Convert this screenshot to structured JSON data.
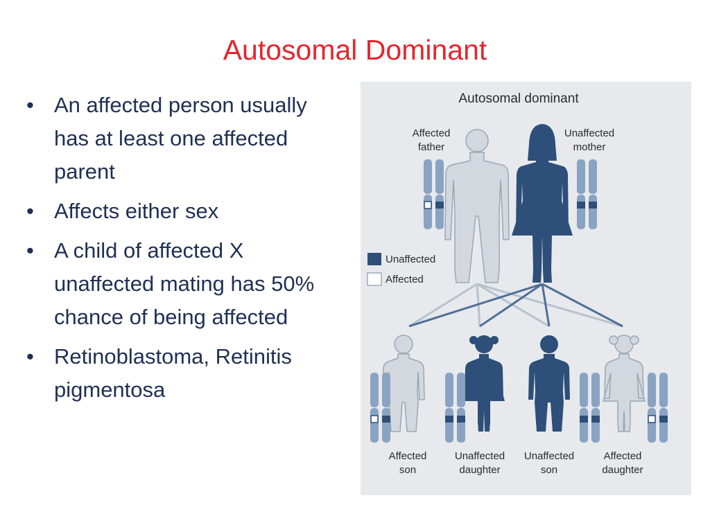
{
  "slide": {
    "title": "Autosomal Dominant",
    "bullets": [
      "An affected person usually has at least one affected parent",
      "Affects either sex",
      "A child of affected X unaffected mating has 50% chance of being affected",
      "Retinoblastoma, Retinitis pigmentosa"
    ]
  },
  "figure": {
    "title": "Autosomal dominant",
    "parents": {
      "father": [
        "Affected",
        "father"
      ],
      "mother": [
        "Unaffected",
        "mother"
      ]
    },
    "legend": {
      "unaffected": "Unaffected",
      "affected": "Affected"
    },
    "children": [
      [
        "Affected",
        "son"
      ],
      [
        "Unaffected",
        "daughter"
      ],
      [
        "Unaffected",
        "son"
      ],
      [
        "Affected",
        "daughter"
      ]
    ],
    "colors": {
      "affected_fill": "#d3d8de",
      "unaffected_fill": "#2d4f79",
      "chromosome": "#8aa3c2",
      "background": "#e7e9ec",
      "title_text": "#e3262d",
      "body_text": "#1f2f54"
    }
  }
}
